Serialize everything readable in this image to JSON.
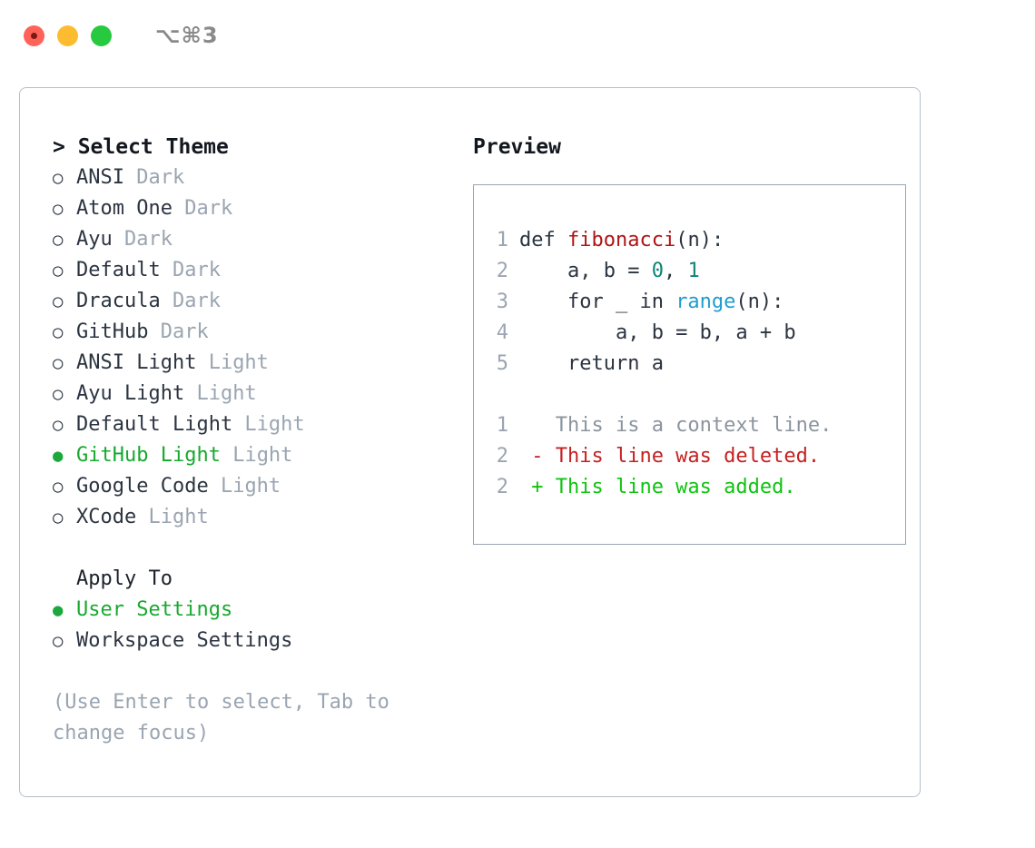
{
  "titlebar": {
    "shortcut": "⌥⌘3",
    "lights": [
      {
        "name": "close",
        "color": "#ff6259"
      },
      {
        "name": "minimize",
        "color": "#fdbc2f"
      },
      {
        "name": "maximize",
        "color": "#27c93f"
      }
    ]
  },
  "theme_section": {
    "heading": "> Select Theme",
    "selected_bullet": "●",
    "unselected_bullet": "○",
    "items": [
      {
        "label": "ANSI",
        "tag": "Dark",
        "selected": false
      },
      {
        "label": "Atom One",
        "tag": "Dark",
        "selected": false
      },
      {
        "label": "Ayu",
        "tag": "Dark",
        "selected": false
      },
      {
        "label": "Default",
        "tag": "Dark",
        "selected": false
      },
      {
        "label": "Dracula",
        "tag": "Dark",
        "selected": false
      },
      {
        "label": "GitHub",
        "tag": "Dark",
        "selected": false
      },
      {
        "label": "ANSI Light",
        "tag": "Light",
        "selected": false
      },
      {
        "label": "Ayu Light",
        "tag": "Light",
        "selected": false
      },
      {
        "label": "Default Light",
        "tag": "Light",
        "selected": false
      },
      {
        "label": "GitHub Light",
        "tag": "Light",
        "selected": true
      },
      {
        "label": "Google Code",
        "tag": "Light",
        "selected": false
      },
      {
        "label": "XCode",
        "tag": "Light",
        "selected": false
      }
    ]
  },
  "apply_section": {
    "heading": "Apply To",
    "items": [
      {
        "label": "User Settings",
        "selected": true
      },
      {
        "label": "Workspace Settings",
        "selected": false
      }
    ]
  },
  "hint": "(Use Enter to select, Tab to change focus)",
  "preview": {
    "heading": "Preview",
    "code_lines": [
      {
        "no": "1",
        "tokens": [
          {
            "t": "def ",
            "c": "plain"
          },
          {
            "t": "fibonacci",
            "c": "fn"
          },
          {
            "t": "(n):",
            "c": "plain"
          }
        ]
      },
      {
        "no": "2",
        "tokens": [
          {
            "t": "    a, b = ",
            "c": "plain"
          },
          {
            "t": "0",
            "c": "num"
          },
          {
            "t": ", ",
            "c": "plain"
          },
          {
            "t": "1",
            "c": "num"
          }
        ]
      },
      {
        "no": "3",
        "tokens": [
          {
            "t": "    for _ in ",
            "c": "plain"
          },
          {
            "t": "range",
            "c": "blt"
          },
          {
            "t": "(n):",
            "c": "plain"
          }
        ]
      },
      {
        "no": "4",
        "tokens": [
          {
            "t": "        a, b = b, a + b",
            "c": "plain"
          }
        ]
      },
      {
        "no": "5",
        "tokens": [
          {
            "t": "    return a",
            "c": "plain"
          }
        ]
      }
    ],
    "diff_lines": [
      {
        "no": "1",
        "marker": "  ",
        "text": "This is a context line.",
        "kind": "ctx"
      },
      {
        "no": "2",
        "marker": "- ",
        "text": "This line was deleted.",
        "kind": "del"
      },
      {
        "no": "2",
        "marker": "+ ",
        "text": "This line was added.",
        "kind": "add"
      }
    ]
  },
  "colors": {
    "selection_green": "#17a92f",
    "diff_add_green": "#0ec40e",
    "diff_del_red": "#c62020",
    "diff_ctx_gray": "#8b949e",
    "token_function": "#b01414",
    "token_builtin": "#1f9cd0",
    "token_number": "#0f8577",
    "tag_gray": "#9aa5b1",
    "panel_border": "#b6bfcc"
  }
}
